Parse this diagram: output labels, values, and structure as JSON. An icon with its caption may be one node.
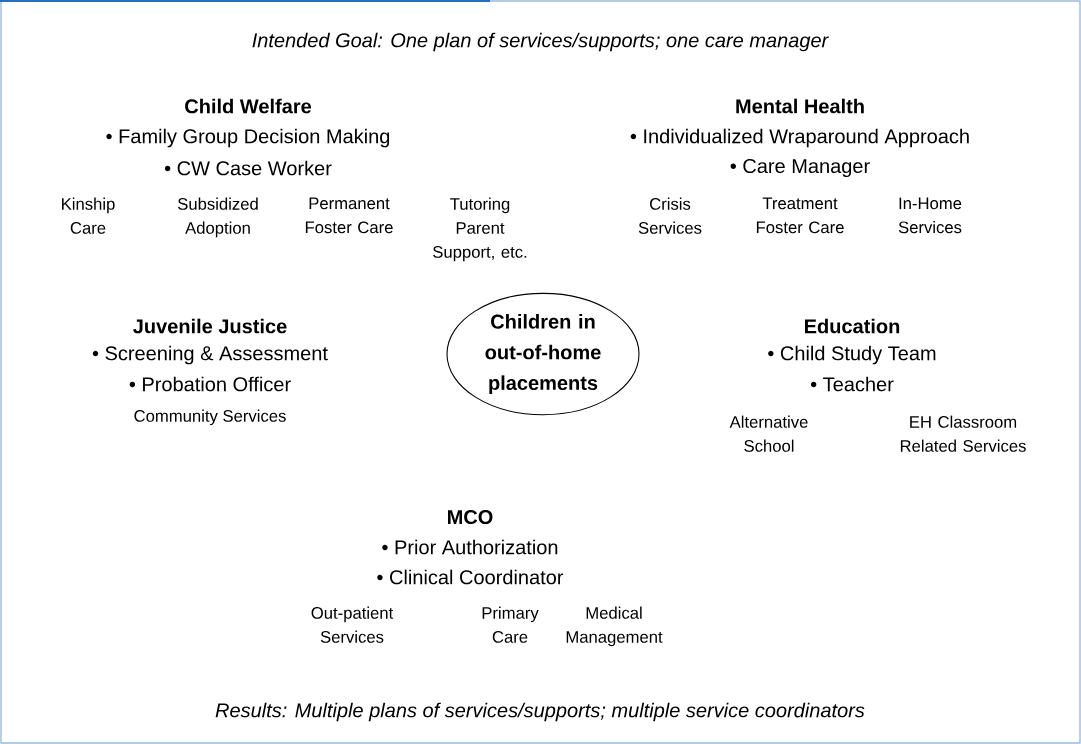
{
  "diagram": {
    "title": "Intended Goal: One plan of services/supports; one care manager",
    "caption": "Results: Multiple plans of services/supports; multiple service coordinators",
    "nodes": [
      {
        "text": [
          "Children in out-of-home placements"
        ]
      }
    ],
    "labels": [
      "Child Welfare",
      "• Family Group Decision Making",
      "• CW Case Worker",
      "Kinship Care",
      "Subsidized Adoption",
      "Permanent Foster Care",
      "Tutoring Parent Support, etc.",
      "Mental Health",
      "• Individualized Wraparound Approach",
      "• Care Manager",
      "Crisis Services",
      "Treatment Foster Care",
      "In-Home Services",
      "Juvenile Justice",
      "• Screening & Assessment",
      "• Probation Officer",
      "Community Services",
      "Education",
      "• Child Study Team",
      "• Teacher",
      "Alternative School",
      "EH Classroom Related Services",
      "MCO",
      "• Prior Authorization",
      "• Clinical Coordinator",
      "Out-patient Services",
      "Primary Care",
      "Medical Management"
    ]
  }
}
